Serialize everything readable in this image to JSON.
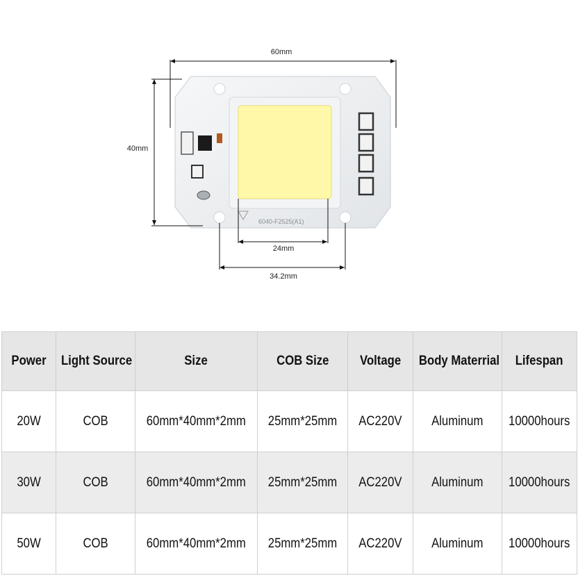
{
  "diagram": {
    "dims": {
      "width": "60mm",
      "height": "40mm",
      "cob_width": "24mm",
      "hole_spacing": "34.2mm"
    },
    "board_label": "6040-F2525(A1)",
    "colors": {
      "board": "#eef0f2",
      "cob": "#fff8a8",
      "dimension_line": "#111111"
    }
  },
  "table": {
    "headers": [
      "Power",
      "Light Source",
      "Size",
      "COB Size",
      "Voltage",
      "Body Materrial",
      "Lifespan"
    ],
    "rows": [
      [
        "20W",
        "COB",
        "60mm*40mm*2mm",
        "25mm*25mm",
        "AC220V",
        "Aluminum",
        "10000hours"
      ],
      [
        "30W",
        "COB",
        "60mm*40mm*2mm",
        "25mm*25mm",
        "AC220V",
        "Aluminum",
        "10000hours"
      ],
      [
        "50W",
        "COB",
        "60mm*40mm*2mm",
        "25mm*25mm",
        "AC220V",
        "Aluminum",
        "10000hours"
      ]
    ],
    "colors": {
      "header_bg": "#e6e6e6",
      "row_alt_bg": "#ececec",
      "border": "#cfcfcf"
    }
  }
}
